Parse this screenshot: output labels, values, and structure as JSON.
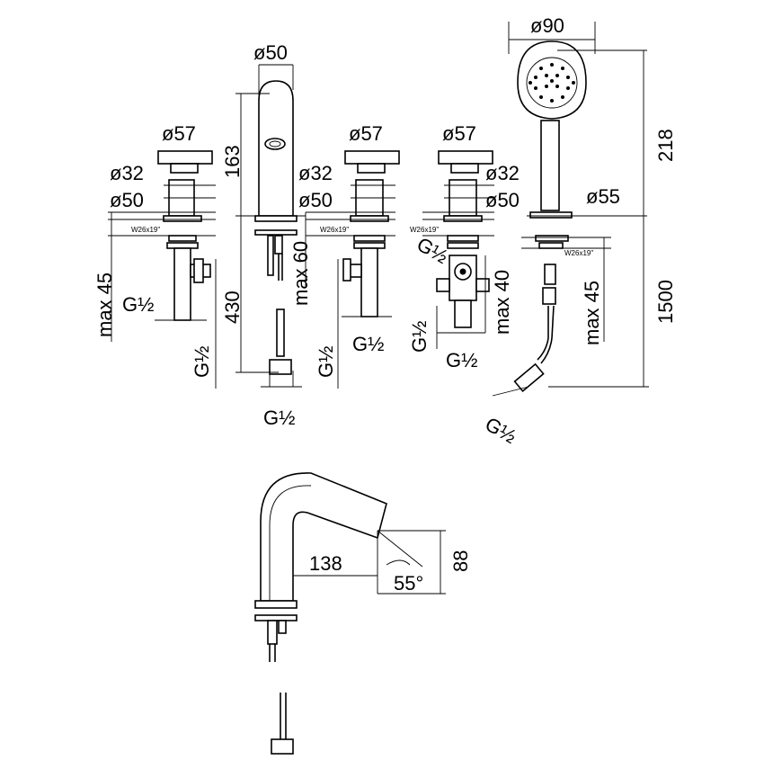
{
  "dims": {
    "valve_left": {
      "d_top": "ø57",
      "d_mid": "ø32",
      "d_base": "ø50",
      "thread": "W26x19\"",
      "max": "max 45",
      "g_side": "G½",
      "g_bottom": "G½"
    },
    "spout": {
      "d_top": "ø50",
      "height": "163",
      "length": "430",
      "max": "max 60",
      "g_bottom": "G½"
    },
    "valve_mid": {
      "d_top": "ø57",
      "d_mid": "ø32",
      "d_base": "ø50",
      "thread": "W26x19\"",
      "g_side": "G½",
      "g_bottom": "G½"
    },
    "diverter": {
      "d_top": "ø57",
      "d_mid": "ø32",
      "d_base": "ø50",
      "thread": "W26x19\"",
      "g_side": "G½",
      "g_side2": "G½",
      "max": "max 40",
      "g_bottom": "G½"
    },
    "shower": {
      "d_head": "ø90",
      "d_base": "ø55",
      "thread": "W26x19\"",
      "h_head": "218",
      "hose": "1500",
      "max": "max 45",
      "g_hose": "G½"
    },
    "detail": {
      "reach": "138",
      "angle": "55°",
      "height": "88"
    }
  }
}
